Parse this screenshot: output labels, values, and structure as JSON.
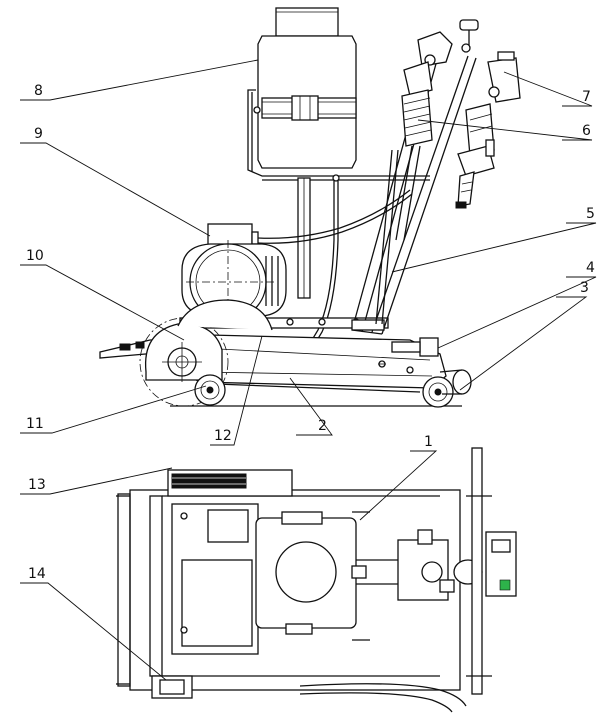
{
  "callouts": [
    {
      "id": "1",
      "text": "1"
    },
    {
      "id": "2",
      "text": "2"
    },
    {
      "id": "3",
      "text": "3"
    },
    {
      "id": "4",
      "text": "4"
    },
    {
      "id": "5",
      "text": "5"
    },
    {
      "id": "6",
      "text": "6"
    },
    {
      "id": "7",
      "text": "7"
    },
    {
      "id": "8",
      "text": "8"
    },
    {
      "id": "9",
      "text": "9"
    },
    {
      "id": "10",
      "text": "10"
    },
    {
      "id": "11",
      "text": "11"
    },
    {
      "id": "12",
      "text": "12"
    },
    {
      "id": "13",
      "text": "13"
    },
    {
      "id": "14",
      "text": "14"
    }
  ],
  "colors": {
    "line": "#111111",
    "indicator": "#2db34a",
    "background": "#ffffff"
  }
}
